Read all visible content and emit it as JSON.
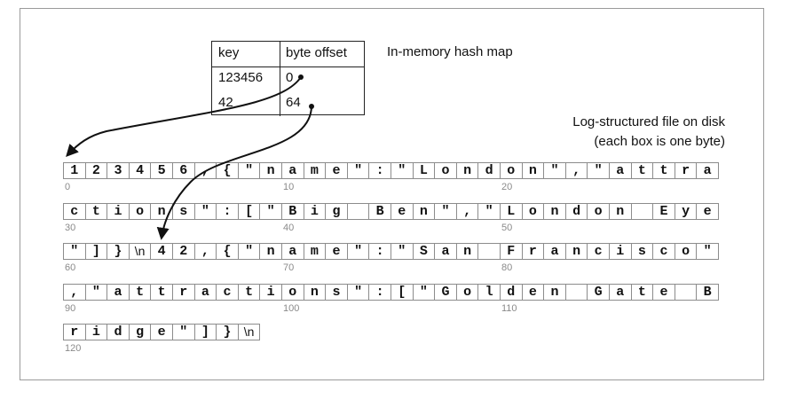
{
  "hash_map": {
    "header": {
      "key": "key",
      "offset": "byte offset"
    },
    "rows": [
      {
        "key": "123456",
        "offset": "0"
      },
      {
        "key": "42",
        "offset": "64"
      }
    ],
    "caption": "In-memory hash map"
  },
  "log_file": {
    "caption_line1": "Log-structured file on disk",
    "caption_line2": "(each box is one byte)",
    "rows": [
      {
        "index_labels": [
          "0",
          "10",
          "20"
        ],
        "bytes": [
          "1",
          "2",
          "3",
          "4",
          "5",
          "6",
          ",",
          "{",
          "\"",
          "n",
          "a",
          "m",
          "e",
          "\"",
          ":",
          "\"",
          "L",
          "o",
          "n",
          "d",
          "o",
          "n",
          "\"",
          ",",
          "\"",
          "a",
          "t",
          "t",
          "r",
          "a"
        ]
      },
      {
        "index_labels": [
          "30",
          "40",
          "50"
        ],
        "bytes": [
          "c",
          "t",
          "i",
          "o",
          "n",
          "s",
          "\"",
          ":",
          "[",
          "\"",
          "B",
          "i",
          "g",
          " ",
          "B",
          "e",
          "n",
          "\"",
          ",",
          "\"",
          "L",
          "o",
          "n",
          "d",
          "o",
          "n",
          " ",
          "E",
          "y",
          "e"
        ]
      },
      {
        "index_labels": [
          "60",
          "70",
          "80"
        ],
        "bytes": [
          "\"",
          "]",
          "}",
          "\\n",
          "4",
          "2",
          ",",
          "{",
          "\"",
          "n",
          "a",
          "m",
          "e",
          "\"",
          ":",
          "\"",
          "S",
          "a",
          "n",
          " ",
          "F",
          "r",
          "a",
          "n",
          "c",
          "i",
          "s",
          "c",
          "o",
          "\""
        ]
      },
      {
        "index_labels": [
          "90",
          "100",
          "110"
        ],
        "bytes": [
          ",",
          "\"",
          "a",
          "t",
          "t",
          "r",
          "a",
          "c",
          "t",
          "i",
          "o",
          "n",
          "s",
          "\"",
          ":",
          "[",
          "\"",
          "G",
          "o",
          "l",
          "d",
          "e",
          "n",
          " ",
          "G",
          "a",
          "t",
          "e",
          " ",
          "B"
        ]
      },
      {
        "index_labels": [
          "120"
        ],
        "bytes": [
          "r",
          "i",
          "d",
          "g",
          "e",
          "\"",
          "]",
          "}",
          "\\n"
        ]
      }
    ]
  }
}
